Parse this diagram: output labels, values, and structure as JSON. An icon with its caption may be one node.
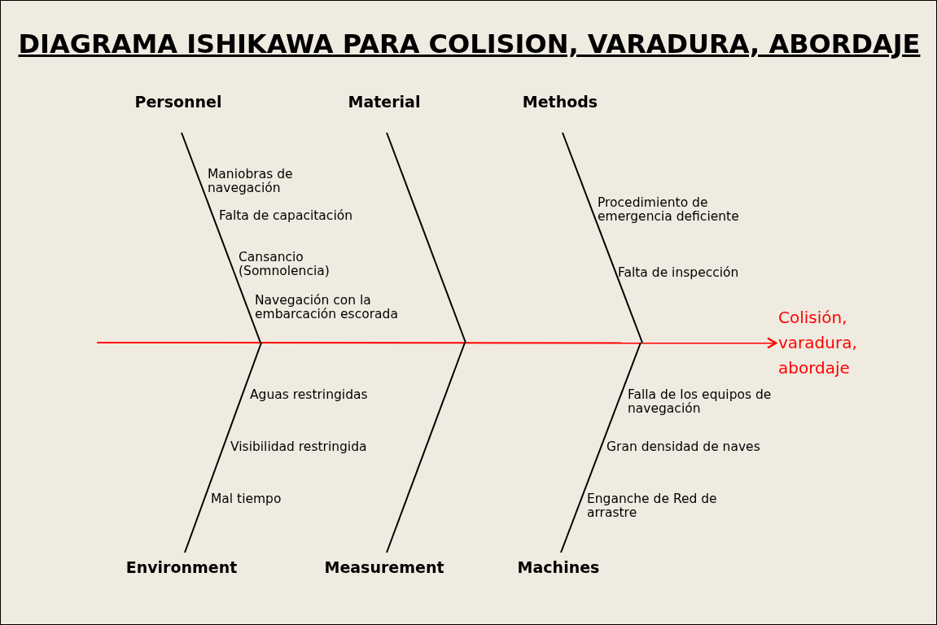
{
  "diagram": {
    "title": "DIAGRAMA ISHIKAWA PARA COLISION, VARADURA, ABORDAJE",
    "nodes": [
      {
        "text": [
          "Personnel"
        ]
      },
      {
        "text": [
          "Material"
        ]
      },
      {
        "text": [
          "Methods"
        ]
      },
      {
        "text": [
          "Environment"
        ]
      },
      {
        "text": [
          "Measurement"
        ]
      },
      {
        "text": [
          "Machines"
        ]
      },
      {
        "text": [
          "Colisión, varadura, abordaje"
        ]
      }
    ],
    "edges": [
      {
        "from": null,
        "to": 6,
        "arrow": "to",
        "color": "#ff0000"
      },
      {
        "from": 0,
        "to": null,
        "arrow": "none"
      },
      {
        "from": 1,
        "to": null,
        "arrow": "none"
      },
      {
        "from": 2,
        "to": null,
        "arrow": "none"
      },
      {
        "from": 3,
        "to": null,
        "arrow": "none"
      },
      {
        "from": 4,
        "to": null,
        "arrow": "none"
      },
      {
        "from": 5,
        "to": null,
        "arrow": "none"
      }
    ],
    "labels": [
      "Maniobras de navegación",
      "Procedimiento de emergencia deficiente",
      "Falta de capacitación",
      "Cansancio (Somnolencia)",
      "Falta de inspección",
      "Navegación con la embarcación escorada",
      "Aguas restringidas",
      "Falla de los equipos de navegación",
      "Visibilidad restringida",
      "Gran densidad de naves",
      "Mal tiempo",
      "Enganche de Red de arrastre"
    ]
  }
}
